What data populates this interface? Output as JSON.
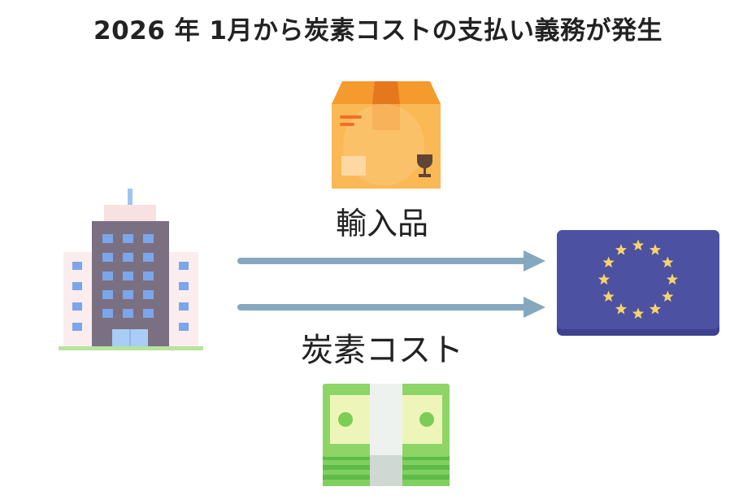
{
  "title": "2026 年 1月から炭素コストの支払い義務が発生",
  "diagram": {
    "importer": {
      "icon": "office-building-icon"
    },
    "goods": {
      "icon": "cardboard-box-icon",
      "label": "輸入品"
    },
    "carbon_cost": {
      "icon": "money-stack-icon",
      "label": "炭素コスト"
    },
    "destination": {
      "icon": "eu-flag-icon"
    }
  },
  "colors": {
    "arrow": "#86a8bf",
    "flag": "#4c51a2",
    "flag_shadow": "#3d4190",
    "star": "#f6d46a",
    "text": "#222222"
  }
}
